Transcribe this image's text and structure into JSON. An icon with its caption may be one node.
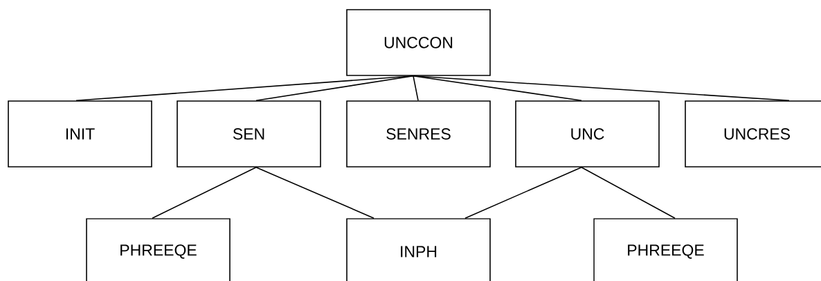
{
  "diagram": {
    "nodes": [
      {
        "text": [
          "UNCCON"
        ]
      },
      {
        "text": [
          "INIT"
        ]
      },
      {
        "text": [
          "SEN"
        ]
      },
      {
        "text": [
          "SENRES"
        ]
      },
      {
        "text": [
          "UNC"
        ]
      },
      {
        "text": [
          "UNCRES"
        ]
      },
      {
        "text": [
          "PHREEQE"
        ]
      },
      {
        "text": [
          "INPH"
        ]
      },
      {
        "text": [
          "PHREEQE"
        ]
      }
    ],
    "edges": [
      {
        "from": 0,
        "to": 1,
        "arrow": "none"
      },
      {
        "from": 0,
        "to": 2,
        "arrow": "none"
      },
      {
        "from": 0,
        "to": 3,
        "arrow": "none"
      },
      {
        "from": 0,
        "to": 4,
        "arrow": "none"
      },
      {
        "from": 0,
        "to": 5,
        "arrow": "none"
      },
      {
        "from": 2,
        "to": 6,
        "arrow": "none"
      },
      {
        "from": 2,
        "to": 7,
        "arrow": "none"
      },
      {
        "from": 4,
        "to": 7,
        "arrow": "none"
      },
      {
        "from": 4,
        "to": 8,
        "arrow": "none"
      }
    ]
  }
}
